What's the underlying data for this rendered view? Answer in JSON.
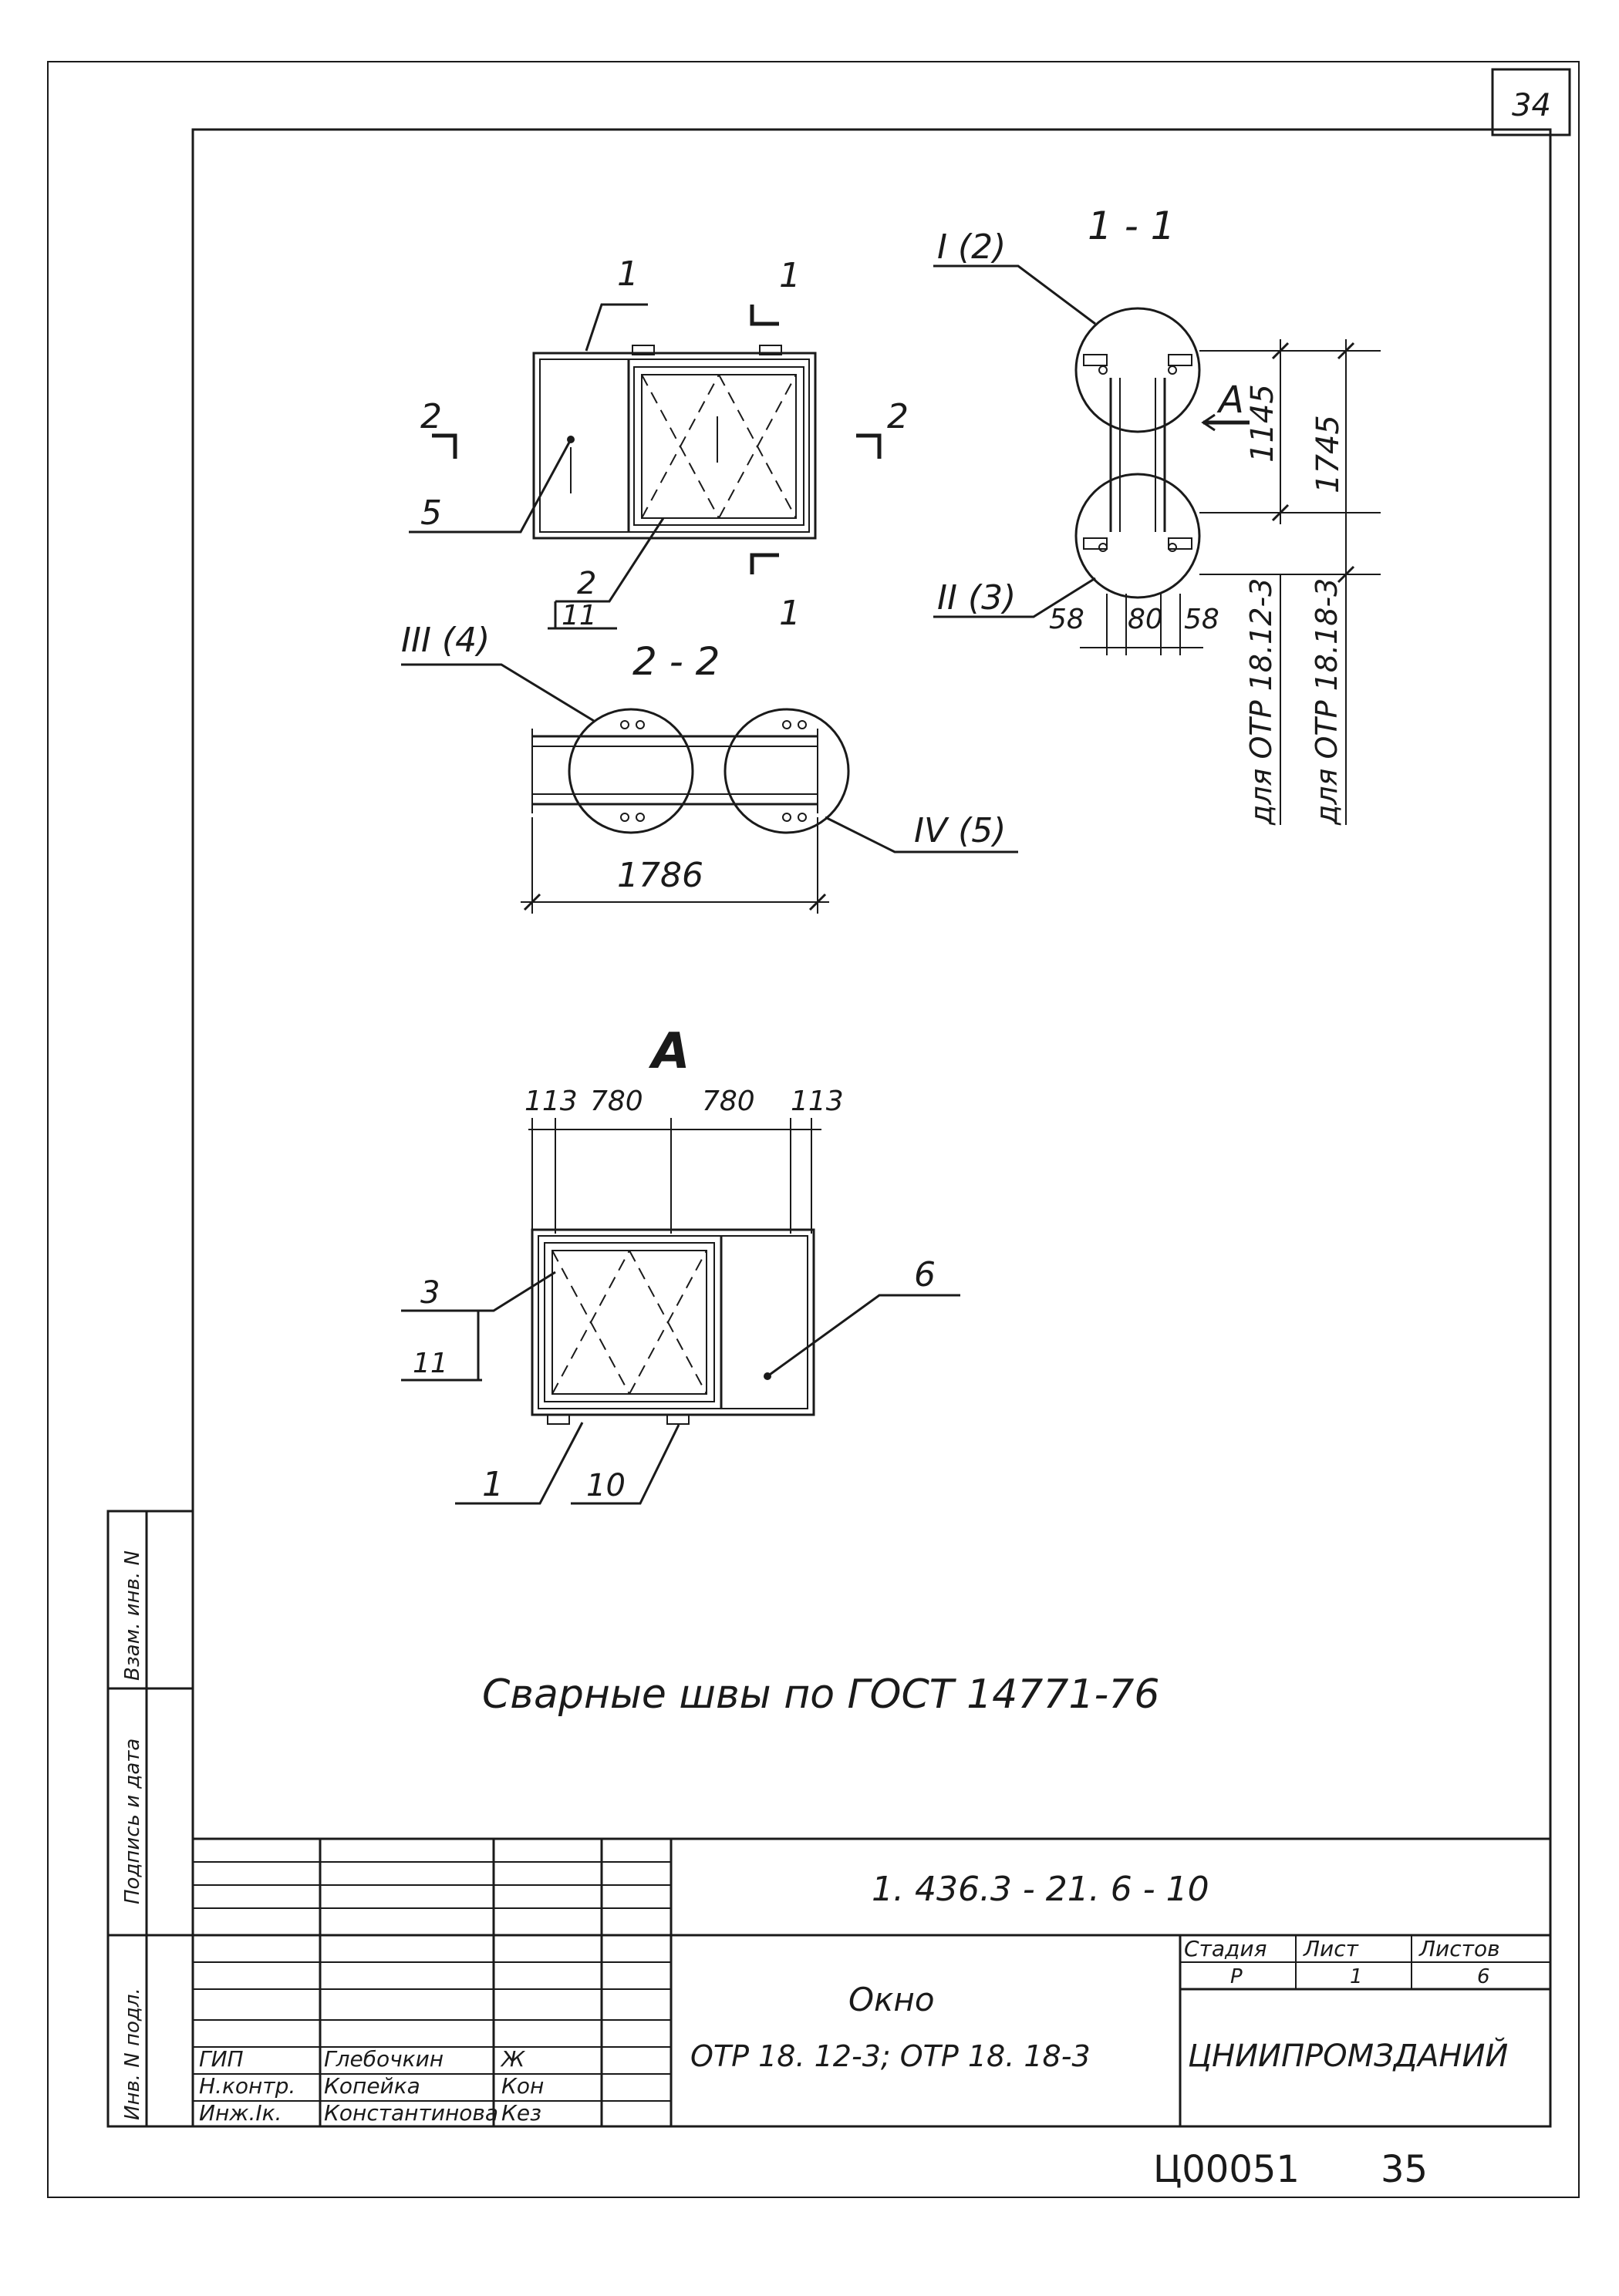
{
  "sheet": {
    "page_corner_number": "34",
    "footer_code": "Ц00051",
    "footer_page": "35",
    "note": "Сварные швы по ГОСТ 14771-76"
  },
  "title_block": {
    "document_code": "1. 436.3 - 21. 6 - 10",
    "title": "Окно",
    "subtitle": "ОТР 18. 12-3; ОТР 18. 18-3",
    "stage_header": "Стадия",
    "sheet_header": "Лист",
    "sheets_header": "Листов",
    "stage_value": "Р",
    "sheet_value": "1",
    "sheets_value": "6",
    "organization": "ЦНИИПРОМЗДАНИЙ",
    "signatures": [
      {
        "role": "ГИП",
        "name": "Глебочкин",
        "sign": "Ж"
      },
      {
        "role": "Н.контр.",
        "name": "Копейка",
        "sign": "Кон"
      },
      {
        "role": "Инж.Iк.",
        "name": "Константинова",
        "sign": "Кез"
      }
    ],
    "side_stamp": [
      "Инв. N подл.",
      "Подпись и дата",
      "Взам. инв. N"
    ]
  },
  "drawing": {
    "view_main": {
      "markers": {
        "pos1": "1",
        "pos5": "5",
        "pos2": "2",
        "pos2_sheet": "11"
      },
      "section_1": "1",
      "section_2": "2"
    },
    "section_1_1": {
      "title": "1 - 1",
      "callout_I": "I (2)",
      "callout_II": "II (3)",
      "view_arrow": "А",
      "dims": {
        "d1": "1145",
        "d2": "1745",
        "w1": "58",
        "w2": "80",
        "w3": "58"
      },
      "note_for_12": "для ОТР 18.12-3",
      "note_for_18": "для ОТР 18.18-3"
    },
    "section_2_2": {
      "title": "2 - 2",
      "callout_III": "III (4)",
      "callout_IV": "IV (5)",
      "width": "1786"
    },
    "view_A": {
      "title": "А",
      "dims": [
        "113",
        "780",
        "780",
        "113"
      ],
      "markers": {
        "pos3": "3",
        "pos3_sheet": "11",
        "pos6": "6",
        "pos1": "1",
        "pos10": "10"
      }
    }
  }
}
